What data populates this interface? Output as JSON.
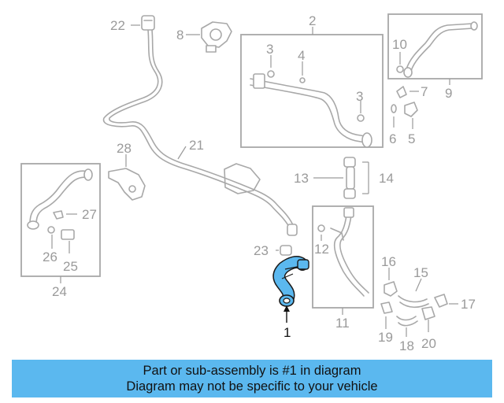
{
  "highlight_color": "#5bb8ef",
  "part_line_color": "#a8a8a8",
  "callouts": {
    "c1": "1",
    "c2": "2",
    "c3a": "3",
    "c3b": "3",
    "c4": "4",
    "c5": "5",
    "c6": "6",
    "c7": "7",
    "c8": "8",
    "c9": "9",
    "c10": "10",
    "c11": "11",
    "c12": "12",
    "c13": "13",
    "c14": "14",
    "c15": "15",
    "c16": "16",
    "c17": "17",
    "c18": "18",
    "c19": "19",
    "c20": "20",
    "c21": "21",
    "c22": "22",
    "c23": "23",
    "c24": "24",
    "c25": "25",
    "c26": "26",
    "c27": "27",
    "c28": "28"
  },
  "banner": {
    "line1": "Part or sub-assembly is #1 in diagram",
    "line2": "Diagram may not be specific to your vehicle"
  }
}
